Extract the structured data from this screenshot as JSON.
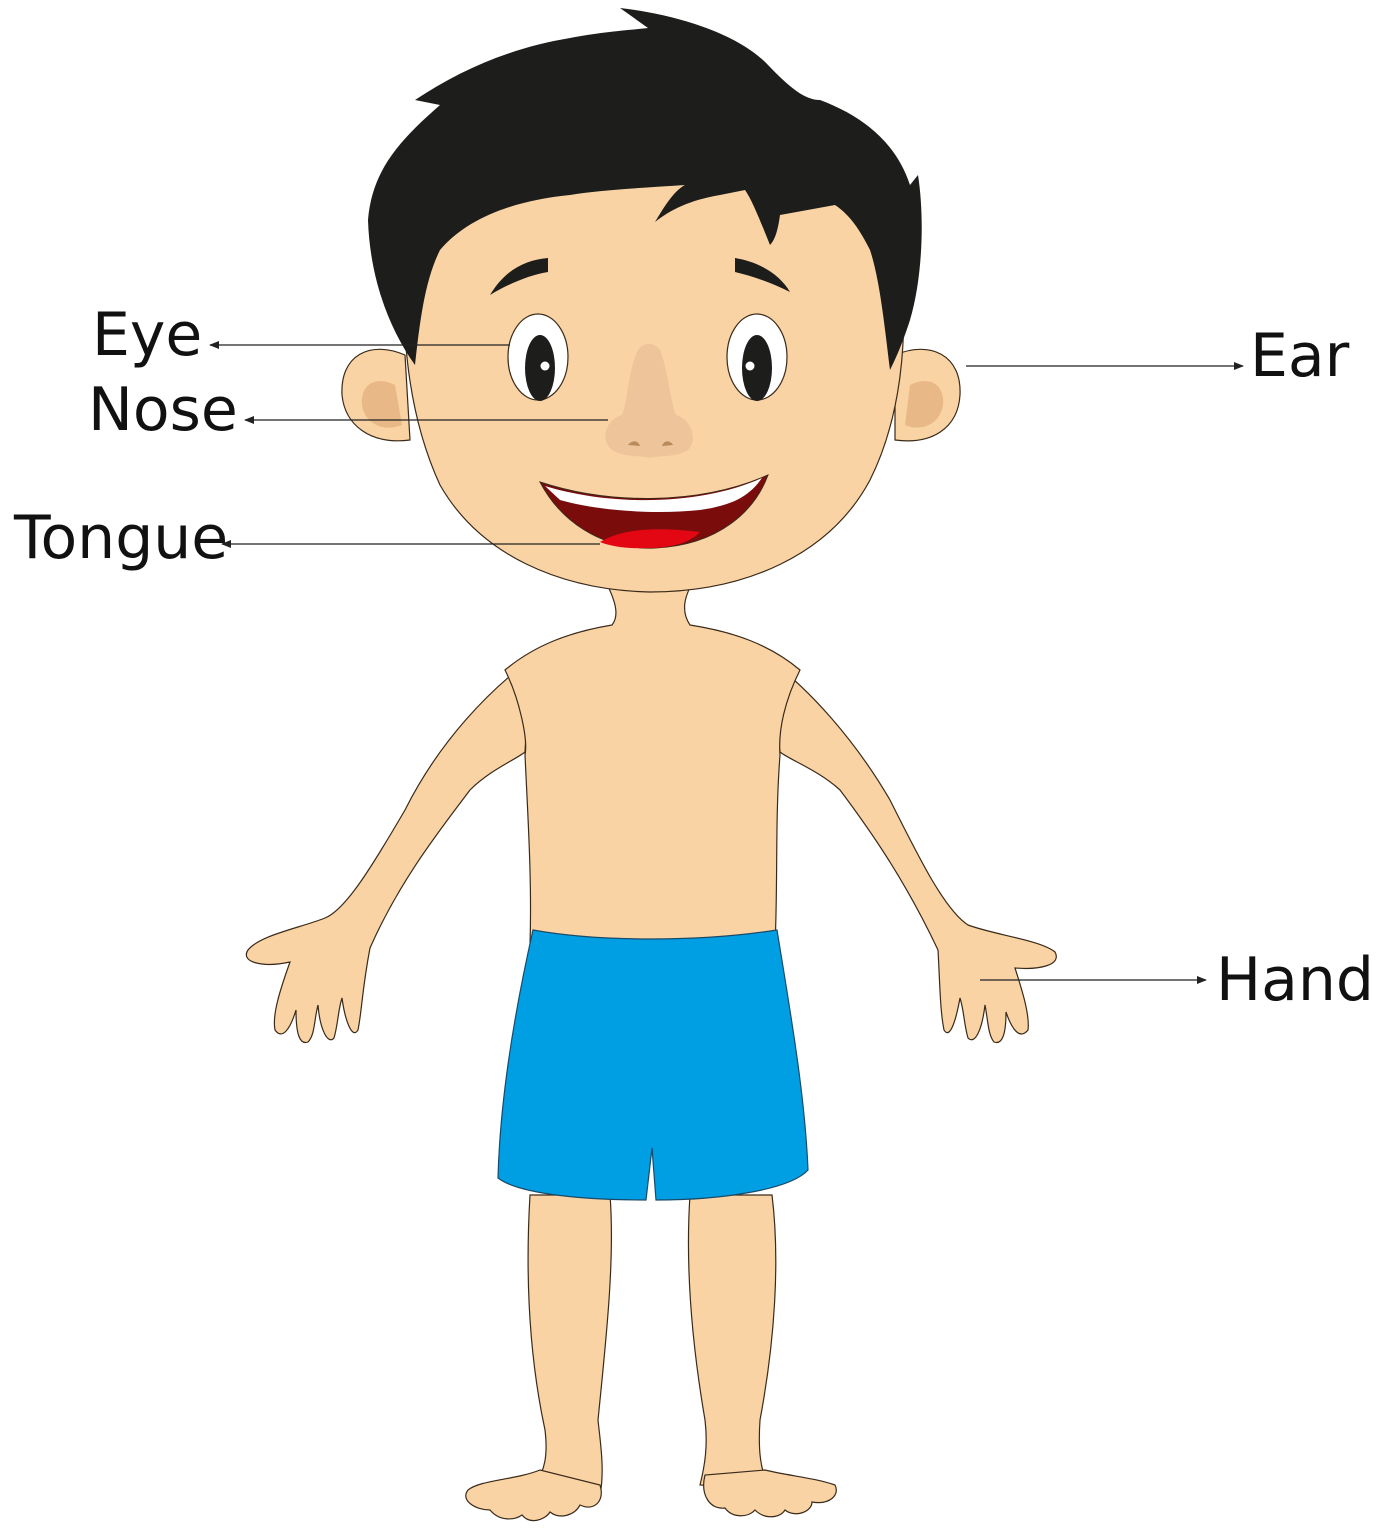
{
  "labels": {
    "eye": "Eye",
    "nose": "Nose",
    "tongue": "Tongue",
    "ear": "Ear",
    "hand": "Hand"
  },
  "colors": {
    "skin": "#f9d3a4",
    "hair": "#1d1d1b",
    "shorts": "#009fe3",
    "mouth": "#7a0c0c",
    "tongue": "#e30613",
    "ear_inner": "#e8b987",
    "nose": "#eec49a",
    "outline": "#3a2a1a"
  }
}
